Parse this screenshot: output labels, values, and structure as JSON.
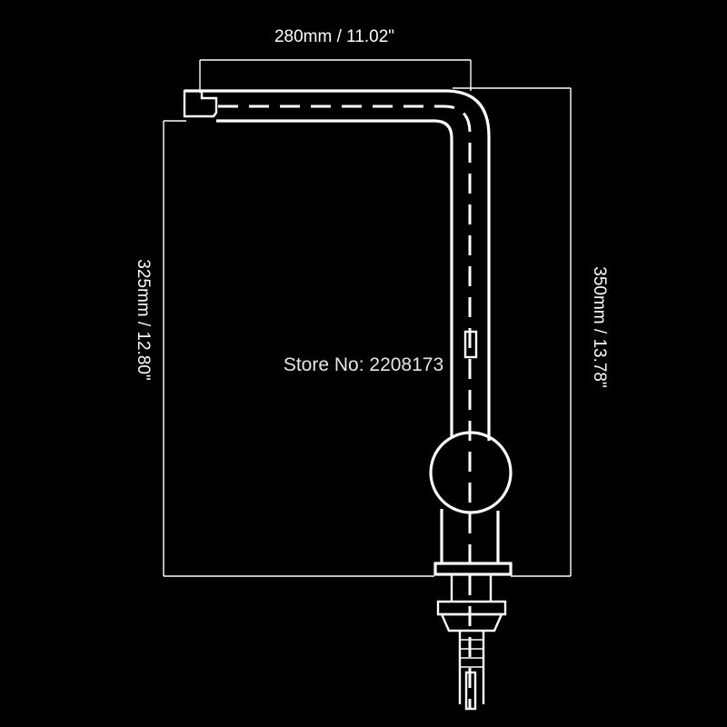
{
  "dimensions": {
    "width_label": "280mm / 11.02\"",
    "left_height_label": "325mm / 12.80\"",
    "right_height_label": "350mm / 13.78\""
  },
  "watermark": {
    "text": "Store No: 2208173"
  },
  "colors": {
    "background": "#000000",
    "line": "#ffffff"
  }
}
